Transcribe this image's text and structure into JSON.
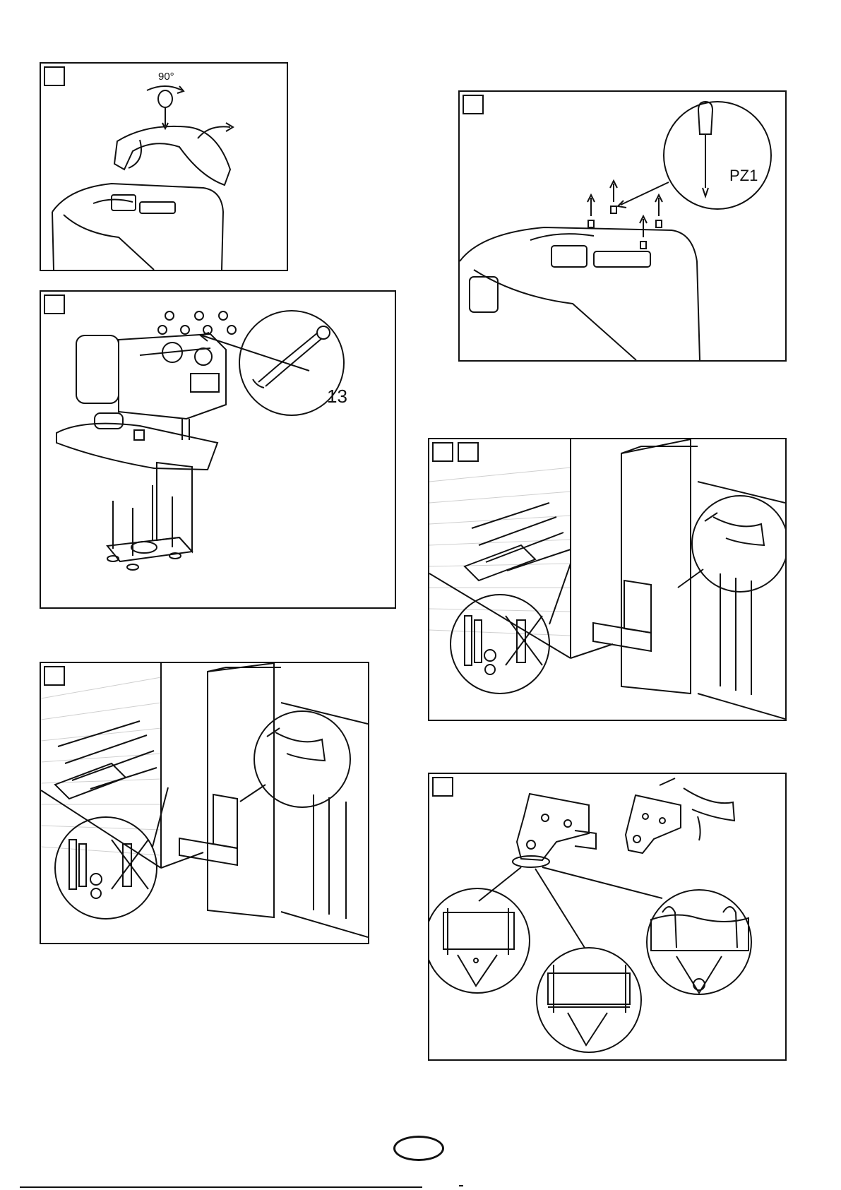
{
  "panels": {
    "cover_removal": {
      "rotation_label": "90°"
    },
    "motor_mount": {
      "wrench_size": "13"
    },
    "screws": {
      "screwdriver_label": "PZ1"
    }
  },
  "colors": {
    "line": "#111111",
    "paper": "#ffffff",
    "hatch": "#cfcfcf"
  }
}
